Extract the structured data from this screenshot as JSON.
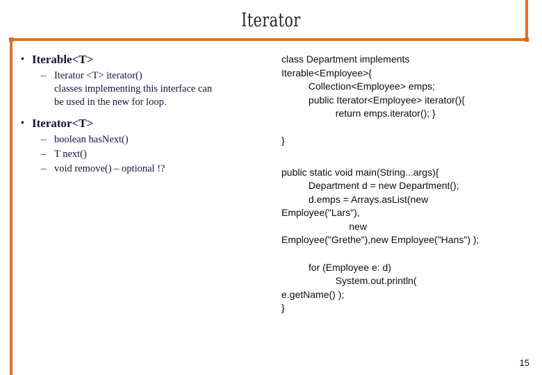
{
  "slide": {
    "title": "Iterator",
    "number": "15",
    "accent_color": "#E2711D",
    "title_color": "#262626",
    "bullet_color": "#12123F",
    "code_color": "#0B0B0B"
  },
  "left_column": {
    "groups": [
      {
        "heading": "Iterable<T>",
        "marker": "•",
        "sub_items": [
          {
            "marker": "–",
            "lines": [
              "Iterator <T> iterator()",
              "classes implementing this interface can",
              "be used in the new for loop."
            ]
          }
        ]
      },
      {
        "heading": "Iterator<T>",
        "marker": "•",
        "sub_items": [
          {
            "marker": "–",
            "lines": [
              "boolean hasNext()"
            ]
          },
          {
            "marker": "–",
            "lines": [
              "T next()"
            ]
          },
          {
            "marker": "–",
            "lines": [
              "void remove() – optional !?"
            ]
          }
        ]
      }
    ]
  },
  "right_column": {
    "blocks": [
      {
        "name": "department-class-block",
        "lines": [
          "class Department implements",
          "Iterable<Employee>{",
          "          Collection<Employee> emps;",
          "          public Iterator<Employee> iterator(){",
          "                    return emps.iterator(); }",
          "",
          "}"
        ]
      },
      {
        "name": "main-method-block",
        "lines": [
          "public static void main(String...args){",
          "          Department d = new Department();",
          "          d.emps = Arrays.asList(new",
          "Employee(\"Lars\"),",
          "                         new",
          "Employee(\"Grethe\"),new Employee(\"Hans\") );"
        ]
      },
      {
        "name": "for-loop-block",
        "lines": [
          "          for (Employee e: d)",
          "                    System.out.println(",
          "e.getName() );",
          "}"
        ]
      }
    ]
  }
}
